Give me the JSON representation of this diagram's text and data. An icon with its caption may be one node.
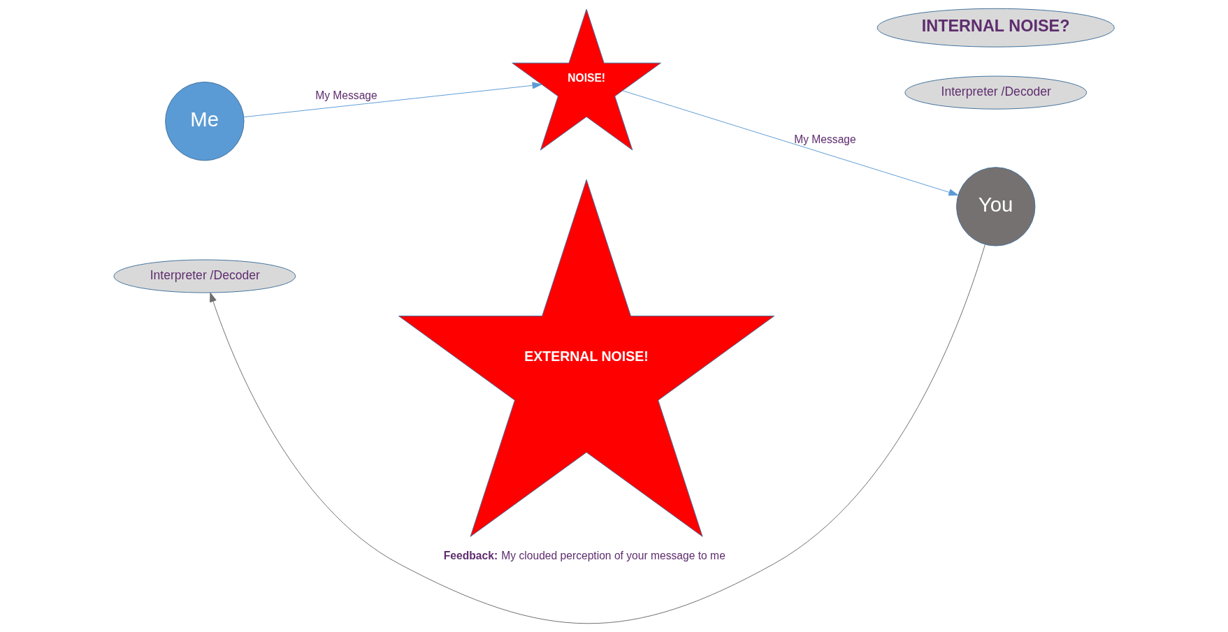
{
  "diagram": {
    "nodes": [
      {
        "text": [
          "Me"
        ]
      },
      {
        "text": [
          "Interpreter /Decoder"
        ]
      },
      {
        "text": [
          "NOISE!"
        ]
      },
      {
        "text": [
          "Interpreter /Decoder"
        ]
      },
      {
        "text": [
          "You"
        ]
      },
      {
        "text": [
          "EXTERNAL NOISE!"
        ]
      },
      {
        "text": [
          "INTERNAL NOISE?"
        ]
      }
    ],
    "edges": [
      {
        "from": 0,
        "to": 2,
        "arrow": "to",
        "label": "My Message"
      },
      {
        "from": 2,
        "to": 4,
        "arrow": "to",
        "label": "My Message"
      },
      {
        "from": 4,
        "to": 1,
        "arrow": "to",
        "label": "**Feedback:** My clouded perception of your message to me",
        "color": "#6f6d6c"
      }
    ]
  }
}
